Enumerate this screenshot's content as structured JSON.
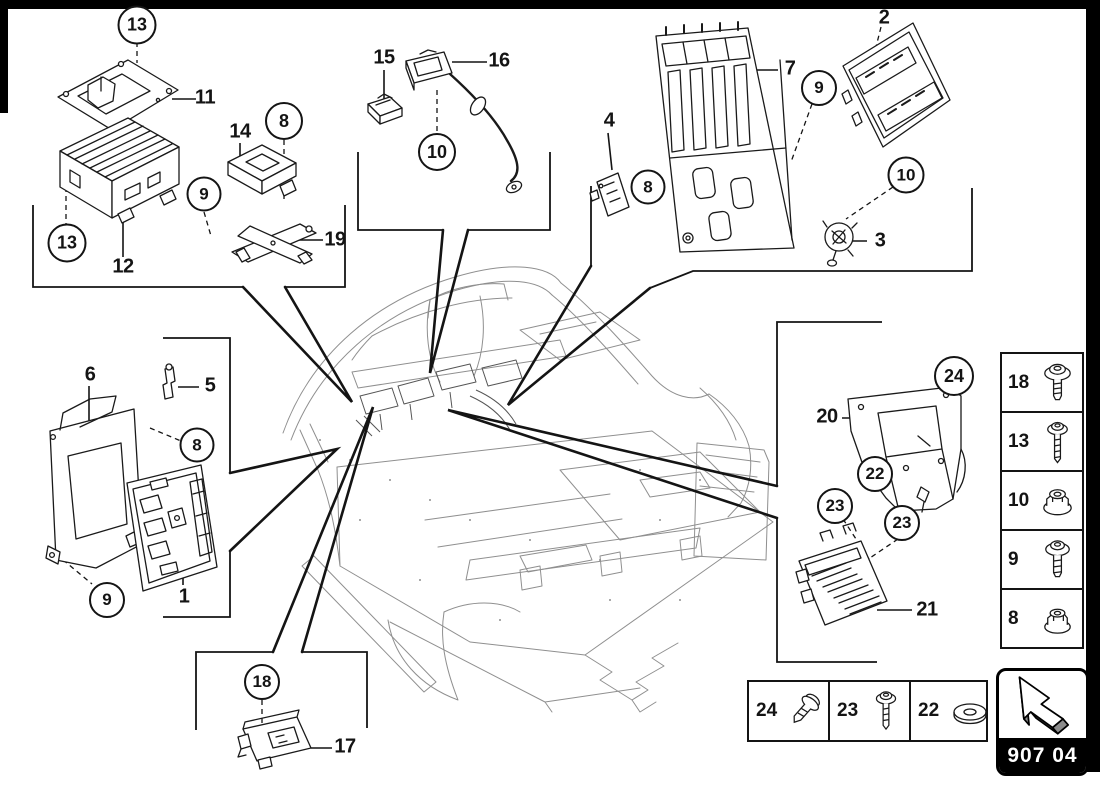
{
  "diagram": {
    "group_code_plate": {
      "code": "907 04",
      "icon": "direction-arrow-icon"
    },
    "circle_callouts": [
      {
        "label": "13"
      },
      {
        "label": "13"
      },
      {
        "label": "8"
      },
      {
        "label": "9"
      },
      {
        "label": "10"
      },
      {
        "label": "8"
      },
      {
        "label": "9"
      },
      {
        "label": "10"
      },
      {
        "label": "8"
      },
      {
        "label": "9"
      },
      {
        "label": "24"
      },
      {
        "label": "22"
      },
      {
        "label": "23"
      },
      {
        "label": "23"
      },
      {
        "label": "18"
      }
    ],
    "part_labels": [
      {
        "label": "11"
      },
      {
        "label": "12"
      },
      {
        "label": "14"
      },
      {
        "label": "19"
      },
      {
        "label": "15"
      },
      {
        "label": "16"
      },
      {
        "label": "4"
      },
      {
        "label": "7"
      },
      {
        "label": "2"
      },
      {
        "label": "3"
      },
      {
        "label": "6"
      },
      {
        "label": "5"
      },
      {
        "label": "1"
      },
      {
        "label": "20"
      },
      {
        "label": "21"
      },
      {
        "label": "17"
      }
    ],
    "side_fastener_table": {
      "rows": [
        {
          "num": "18",
          "icon": "screw-with-washer-icon"
        },
        {
          "num": "13",
          "icon": "screw-with-washer-long-icon"
        },
        {
          "num": "10",
          "icon": "flange-nut-icon"
        },
        {
          "num": "9",
          "icon": "screw-with-washer-icon"
        },
        {
          "num": "8",
          "icon": "flange-nut-icon"
        }
      ]
    },
    "bottom_fastener_table": {
      "cells": [
        {
          "num": "24",
          "icon": "screw-tilted-icon"
        },
        {
          "num": "23",
          "icon": "screw-with-washer-icon"
        },
        {
          "num": "22",
          "icon": "washer-icon"
        }
      ]
    }
  }
}
